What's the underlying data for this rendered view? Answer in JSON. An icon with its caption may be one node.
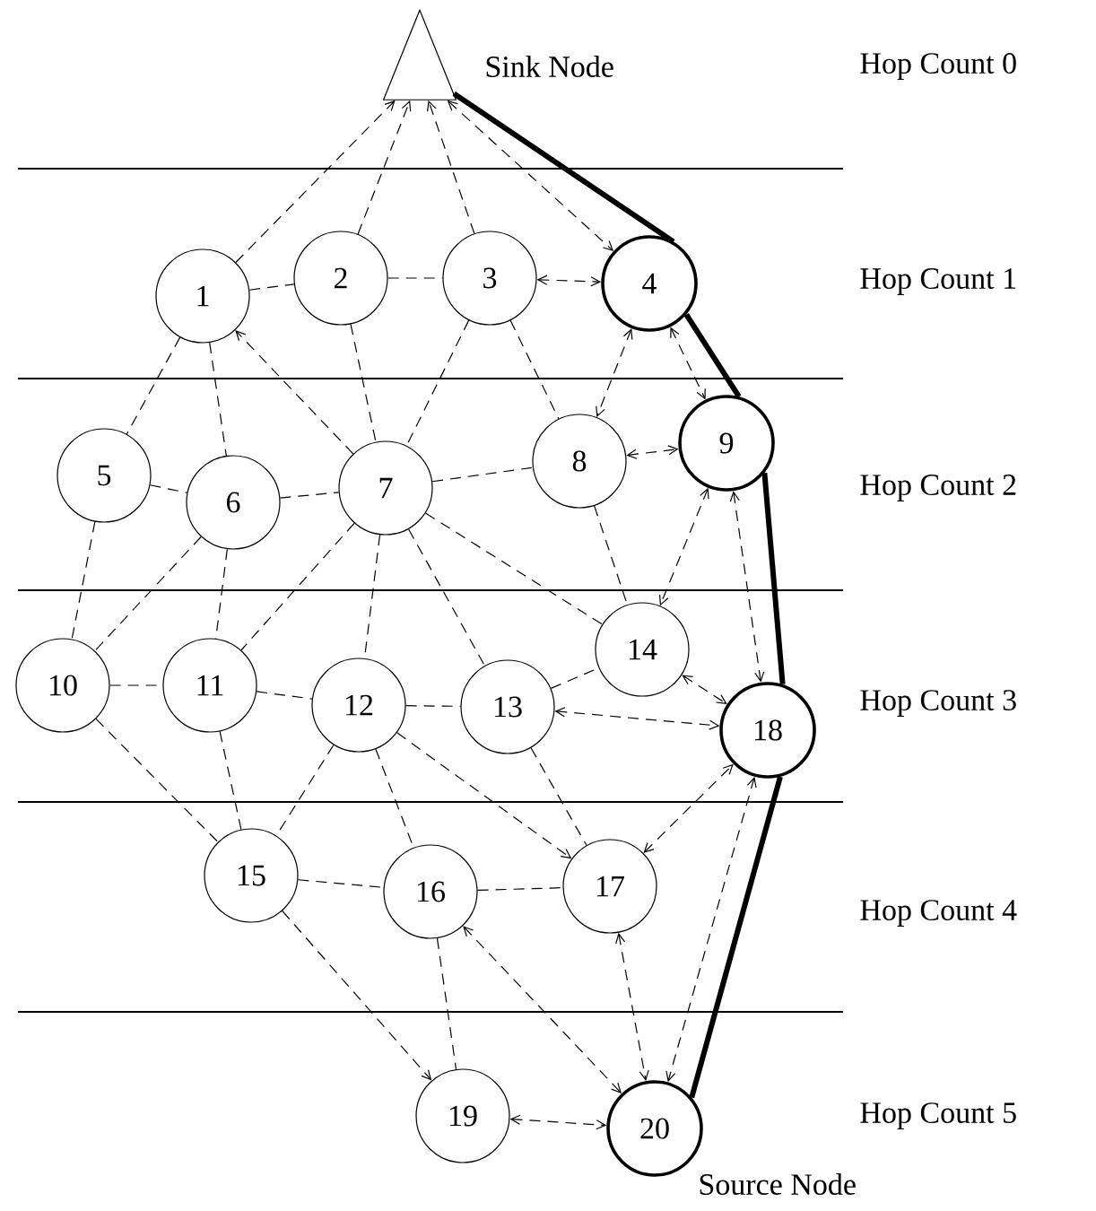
{
  "diagram": {
    "nodes": [
      {
        "text": [],
        "shape": "triangle",
        "beside": [
          "Sink Node"
        ]
      },
      {
        "text": [
          "1"
        ]
      },
      {
        "text": [
          "2"
        ]
      },
      {
        "text": [
          "3"
        ]
      },
      {
        "text": [
          "4"
        ]
      },
      {
        "text": [
          "5"
        ]
      },
      {
        "text": [
          "6"
        ]
      },
      {
        "text": [
          "7"
        ]
      },
      {
        "text": [
          "8"
        ]
      },
      {
        "text": [
          "9"
        ]
      },
      {
        "text": [
          "10"
        ]
      },
      {
        "text": [
          "11"
        ]
      },
      {
        "text": [
          "12"
        ]
      },
      {
        "text": [
          "13"
        ]
      },
      {
        "text": [
          "14"
        ]
      },
      {
        "text": [
          "15"
        ]
      },
      {
        "text": [
          "16"
        ]
      },
      {
        "text": [
          "17"
        ]
      },
      {
        "text": [
          "18"
        ]
      },
      {
        "text": [
          "19"
        ]
      },
      {
        "text": [
          "20"
        ],
        "beside": [
          "Source Node"
        ]
      }
    ],
    "edges": [
      {
        "from": 0,
        "to": 4,
        "arrow": "none",
        "style": "thick"
      },
      {
        "from": 4,
        "to": 9,
        "arrow": "none",
        "style": "thick"
      },
      {
        "from": 9,
        "to": 18,
        "arrow": "none",
        "style": "thick"
      },
      {
        "from": 18,
        "to": 20,
        "arrow": "none",
        "style": "thick"
      },
      {
        "from": 1,
        "to": 0,
        "arrow": "to",
        "style": "dashed"
      },
      {
        "from": 2,
        "to": 0,
        "arrow": "to",
        "style": "dashed"
      },
      {
        "from": 3,
        "to": 0,
        "arrow": "to",
        "style": "dashed"
      },
      {
        "from": 0,
        "to": 4,
        "arrow": "both",
        "style": "dashed"
      },
      {
        "from": 1,
        "to": 2,
        "arrow": "none",
        "style": "dashed"
      },
      {
        "from": 2,
        "to": 3,
        "arrow": "none",
        "style": "dashed"
      },
      {
        "from": 3,
        "to": 4,
        "arrow": "both",
        "style": "dashed"
      },
      {
        "from": 4,
        "to": 9,
        "arrow": "both",
        "style": "dashed"
      },
      {
        "from": 4,
        "to": 8,
        "arrow": "both",
        "style": "dashed"
      },
      {
        "from": 3,
        "to": 8,
        "arrow": "none",
        "style": "dashed"
      },
      {
        "from": 3,
        "to": 7,
        "arrow": "none",
        "style": "dashed"
      },
      {
        "from": 2,
        "to": 7,
        "arrow": "none",
        "style": "dashed"
      },
      {
        "from": 1,
        "to": 5,
        "arrow": "none",
        "style": "dashed"
      },
      {
        "from": 1,
        "to": 6,
        "arrow": "none",
        "style": "dashed"
      },
      {
        "from": 7,
        "to": 1,
        "arrow": "to",
        "style": "dashed"
      },
      {
        "from": 5,
        "to": 6,
        "arrow": "none",
        "style": "dashed"
      },
      {
        "from": 5,
        "to": 10,
        "arrow": "none",
        "style": "dashed"
      },
      {
        "from": 6,
        "to": 7,
        "arrow": "none",
        "style": "dashed"
      },
      {
        "from": 6,
        "to": 10,
        "arrow": "none",
        "style": "dashed"
      },
      {
        "from": 6,
        "to": 11,
        "arrow": "none",
        "style": "dashed"
      },
      {
        "from": 7,
        "to": 8,
        "arrow": "none",
        "style": "dashed"
      },
      {
        "from": 7,
        "to": 11,
        "arrow": "none",
        "style": "dashed"
      },
      {
        "from": 7,
        "to": 12,
        "arrow": "none",
        "style": "dashed"
      },
      {
        "from": 7,
        "to": 13,
        "arrow": "none",
        "style": "dashed"
      },
      {
        "from": 7,
        "to": 14,
        "arrow": "none",
        "style": "dashed"
      },
      {
        "from": 8,
        "to": 14,
        "arrow": "none",
        "style": "dashed"
      },
      {
        "from": 8,
        "to": 9,
        "arrow": "both",
        "style": "dashed"
      },
      {
        "from": 9,
        "to": 14,
        "arrow": "both",
        "style": "dashed"
      },
      {
        "from": 9,
        "to": 18,
        "arrow": "both",
        "style": "dashed"
      },
      {
        "from": 10,
        "to": 11,
        "arrow": "none",
        "style": "dashed"
      },
      {
        "from": 10,
        "to": 15,
        "arrow": "none",
        "style": "dashed"
      },
      {
        "from": 11,
        "to": 12,
        "arrow": "none",
        "style": "dashed"
      },
      {
        "from": 11,
        "to": 15,
        "arrow": "none",
        "style": "dashed"
      },
      {
        "from": 12,
        "to": 13,
        "arrow": "none",
        "style": "dashed"
      },
      {
        "from": 12,
        "to": 15,
        "arrow": "none",
        "style": "dashed"
      },
      {
        "from": 12,
        "to": 16,
        "arrow": "none",
        "style": "dashed"
      },
      {
        "from": 12,
        "to": 17,
        "arrow": "to",
        "style": "dashed"
      },
      {
        "from": 13,
        "to": 14,
        "arrow": "none",
        "style": "dashed"
      },
      {
        "from": 13,
        "to": 17,
        "arrow": "none",
        "style": "dashed"
      },
      {
        "from": 13,
        "to": 18,
        "arrow": "both",
        "style": "dashed"
      },
      {
        "from": 14,
        "to": 18,
        "arrow": "both",
        "style": "dashed"
      },
      {
        "from": 17,
        "to": 18,
        "arrow": "both",
        "style": "dashed"
      },
      {
        "from": 15,
        "to": 16,
        "arrow": "none",
        "style": "dashed"
      },
      {
        "from": 15,
        "to": 19,
        "arrow": "to",
        "style": "dashed"
      },
      {
        "from": 16,
        "to": 17,
        "arrow": "none",
        "style": "dashed"
      },
      {
        "from": 16,
        "to": 19,
        "arrow": "none",
        "style": "dashed"
      },
      {
        "from": 16,
        "to": 20,
        "arrow": "both",
        "style": "dashed"
      },
      {
        "from": 17,
        "to": 20,
        "arrow": "both",
        "style": "dashed"
      },
      {
        "from": 18,
        "to": 20,
        "arrow": "both",
        "style": "dashed"
      },
      {
        "from": 19,
        "to": 20,
        "arrow": "both",
        "style": "dashed"
      }
    ],
    "labels": [
      "Hop Count 0",
      "Hop Count 1",
      "Hop Count 2",
      "Hop Count 3",
      "Hop Count 4",
      "Hop Count 5"
    ]
  }
}
